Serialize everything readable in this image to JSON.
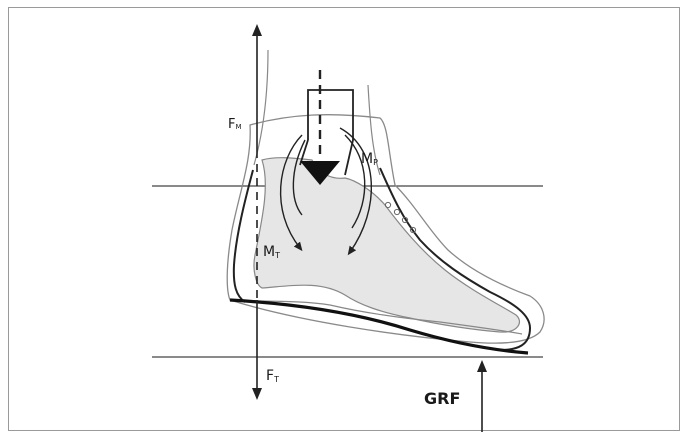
{
  "labels": {
    "fm_main": "F",
    "fm_sub": "M",
    "mp_main": "M",
    "mp_sub": "P",
    "mt_main": "M",
    "mt_sub": "T",
    "ft_main": "F",
    "ft_sub": "T",
    "grf": "GRF"
  },
  "colors": {
    "stroke": "#222222",
    "outline": "#777777",
    "shade": "#e6e6e6",
    "border": "#9a9a9a"
  }
}
